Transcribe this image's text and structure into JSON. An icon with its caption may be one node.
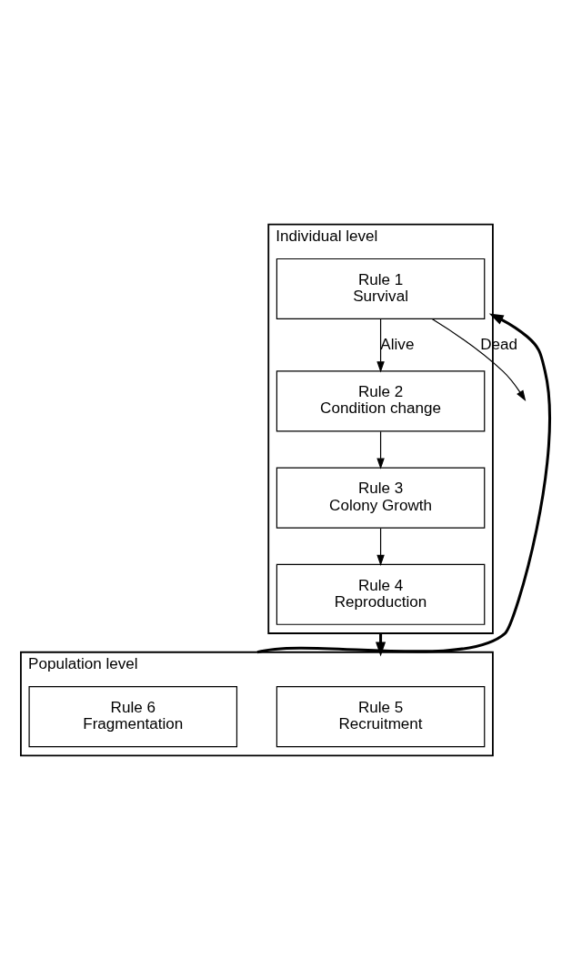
{
  "diagram": {
    "nodes": [
      {
        "text": [
          "Individual level"
        ]
      },
      {
        "text": [
          "Rule 1",
          "Survival"
        ],
        "in": 0
      },
      {
        "text": [
          "Rule 2",
          "Condition change"
        ],
        "in": 0
      },
      {
        "text": [
          "Rule 3",
          "Colony Growth"
        ],
        "in": 0
      },
      {
        "text": [
          "Rule 4",
          "Reproduction"
        ],
        "in": 0
      },
      {
        "text": [
          "Population level"
        ]
      },
      {
        "text": [
          "Rule 5",
          "Recruitment"
        ],
        "in": 5
      },
      {
        "text": [
          "Rule 6",
          "Fragmentation"
        ],
        "in": 5
      }
    ],
    "edges": [
      {
        "from": 1,
        "to": 2,
        "arrow": "to",
        "label": "Alive"
      },
      {
        "from": 1,
        "to": null,
        "arrow": "to",
        "label": "Dead"
      },
      {
        "from": 2,
        "to": 3,
        "arrow": "to"
      },
      {
        "from": 3,
        "to": 4,
        "arrow": "to"
      },
      {
        "from": 0,
        "to": 5,
        "arrow": "to",
        "style": "thick"
      },
      {
        "from": 5,
        "to": 0,
        "arrow": "to",
        "style": "thick"
      }
    ]
  }
}
